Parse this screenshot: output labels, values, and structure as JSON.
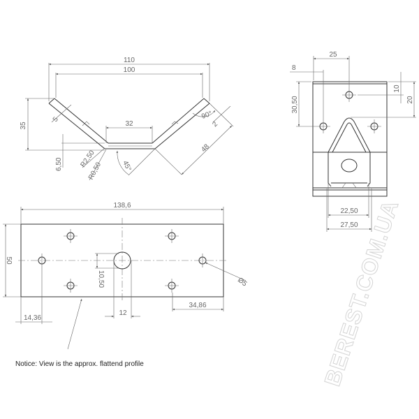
{
  "front_view": {
    "dims": {
      "d110": "110",
      "d100": "100",
      "d35": "35",
      "d5": "5",
      "d32": "32",
      "d6_50": "6,50",
      "r2_50": "R2,50",
      "r0_50": "R0,50",
      "a45": "45°",
      "a90": "90°",
      "d2": "2",
      "d48": "48"
    }
  },
  "side_view": {
    "dims": {
      "d25": "25",
      "d8": "8",
      "d30_50": "30,50",
      "d10": "10",
      "d20": "20",
      "d22_50": "22,50",
      "d27_50": "27,50"
    }
  },
  "flat_view": {
    "dims": {
      "d138_6": "138,6",
      "d50": "50",
      "d10_50": "10,50",
      "d12": "12",
      "d14_36": "14,36",
      "d34_86": "34,86",
      "dia5": "Ø5"
    },
    "notice": "Notice: View is the approx. flattend profile"
  },
  "watermark": "BEREST.COM.UA"
}
